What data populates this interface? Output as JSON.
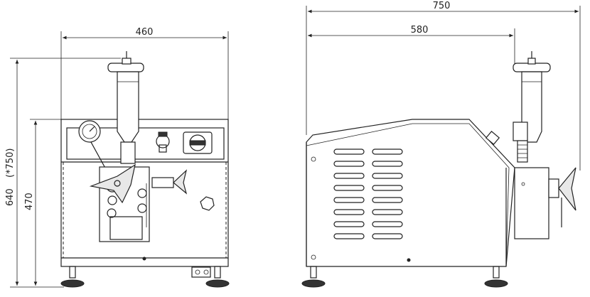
{
  "dimensions": {
    "front_width": "460",
    "front_height_total": "640",
    "front_height_alt": "(*750)",
    "front_height_body": "470",
    "side_depth_total": "750",
    "side_depth_body": "580"
  }
}
